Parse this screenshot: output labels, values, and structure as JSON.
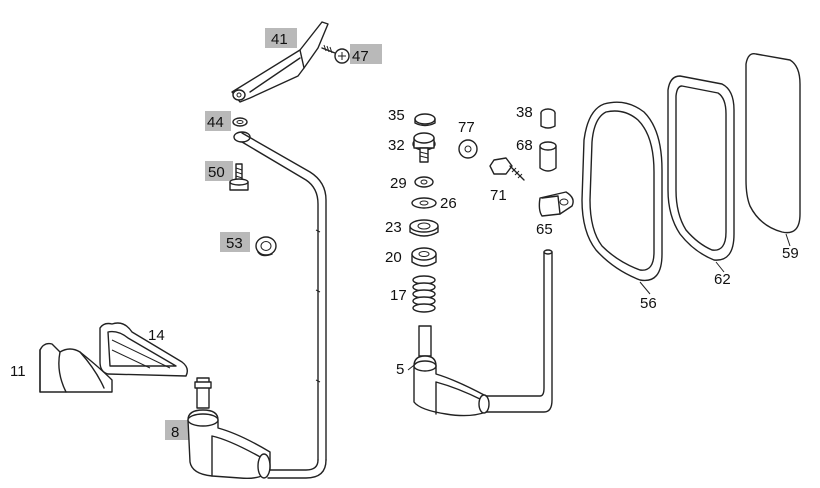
{
  "diagram": {
    "labels": {
      "p41": "41",
      "p47": "47",
      "p44": "44",
      "p50": "50",
      "p53": "53",
      "p35": "35",
      "p32": "32",
      "p29": "29",
      "p26": "26",
      "p23": "23",
      "p20": "20",
      "p17": "17",
      "p5": "5",
      "p77": "77",
      "p71": "71",
      "p38": "38",
      "p68": "68",
      "p65": "65",
      "p56": "56",
      "p62": "62",
      "p59": "59",
      "p14": "14",
      "p11": "11",
      "p8": "8"
    }
  }
}
